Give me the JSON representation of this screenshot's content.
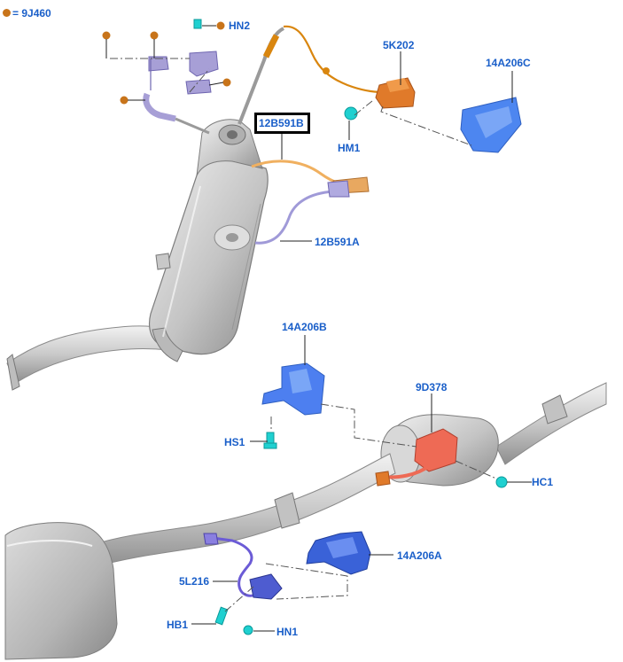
{
  "legend": {
    "symbol_color": "#c8741a",
    "text": "= 9J460"
  },
  "colors": {
    "label": "#1a5fc9",
    "leader": "#222222",
    "pipe": "#d4d4d4",
    "pipe_dark": "#9a9a9a",
    "sensor_orange": "#d9860f",
    "bracket_blue": "#4d7ff0",
    "module_orange": "#e07a2a",
    "module_red": "#ee6a55",
    "bracket_purple": "#6b5bd6",
    "fastener_cyan": "#1fd0d0",
    "harness_tan": "#f0b060",
    "harness_lavender": "#a09ad8"
  },
  "callouts": {
    "hn2": "HN2",
    "k5202": "5K202",
    "a14206c": "14A206C",
    "b12591b": "12B591B",
    "hm1": "HM1",
    "a12591a": "12B591A",
    "b14206b": "14A206B",
    "d9378": "9D378",
    "hs1": "HS1",
    "hc1": "HC1",
    "a14206a": "14A206A",
    "l5216": "5L216",
    "hb1": "HB1",
    "hn1": "HN1"
  }
}
